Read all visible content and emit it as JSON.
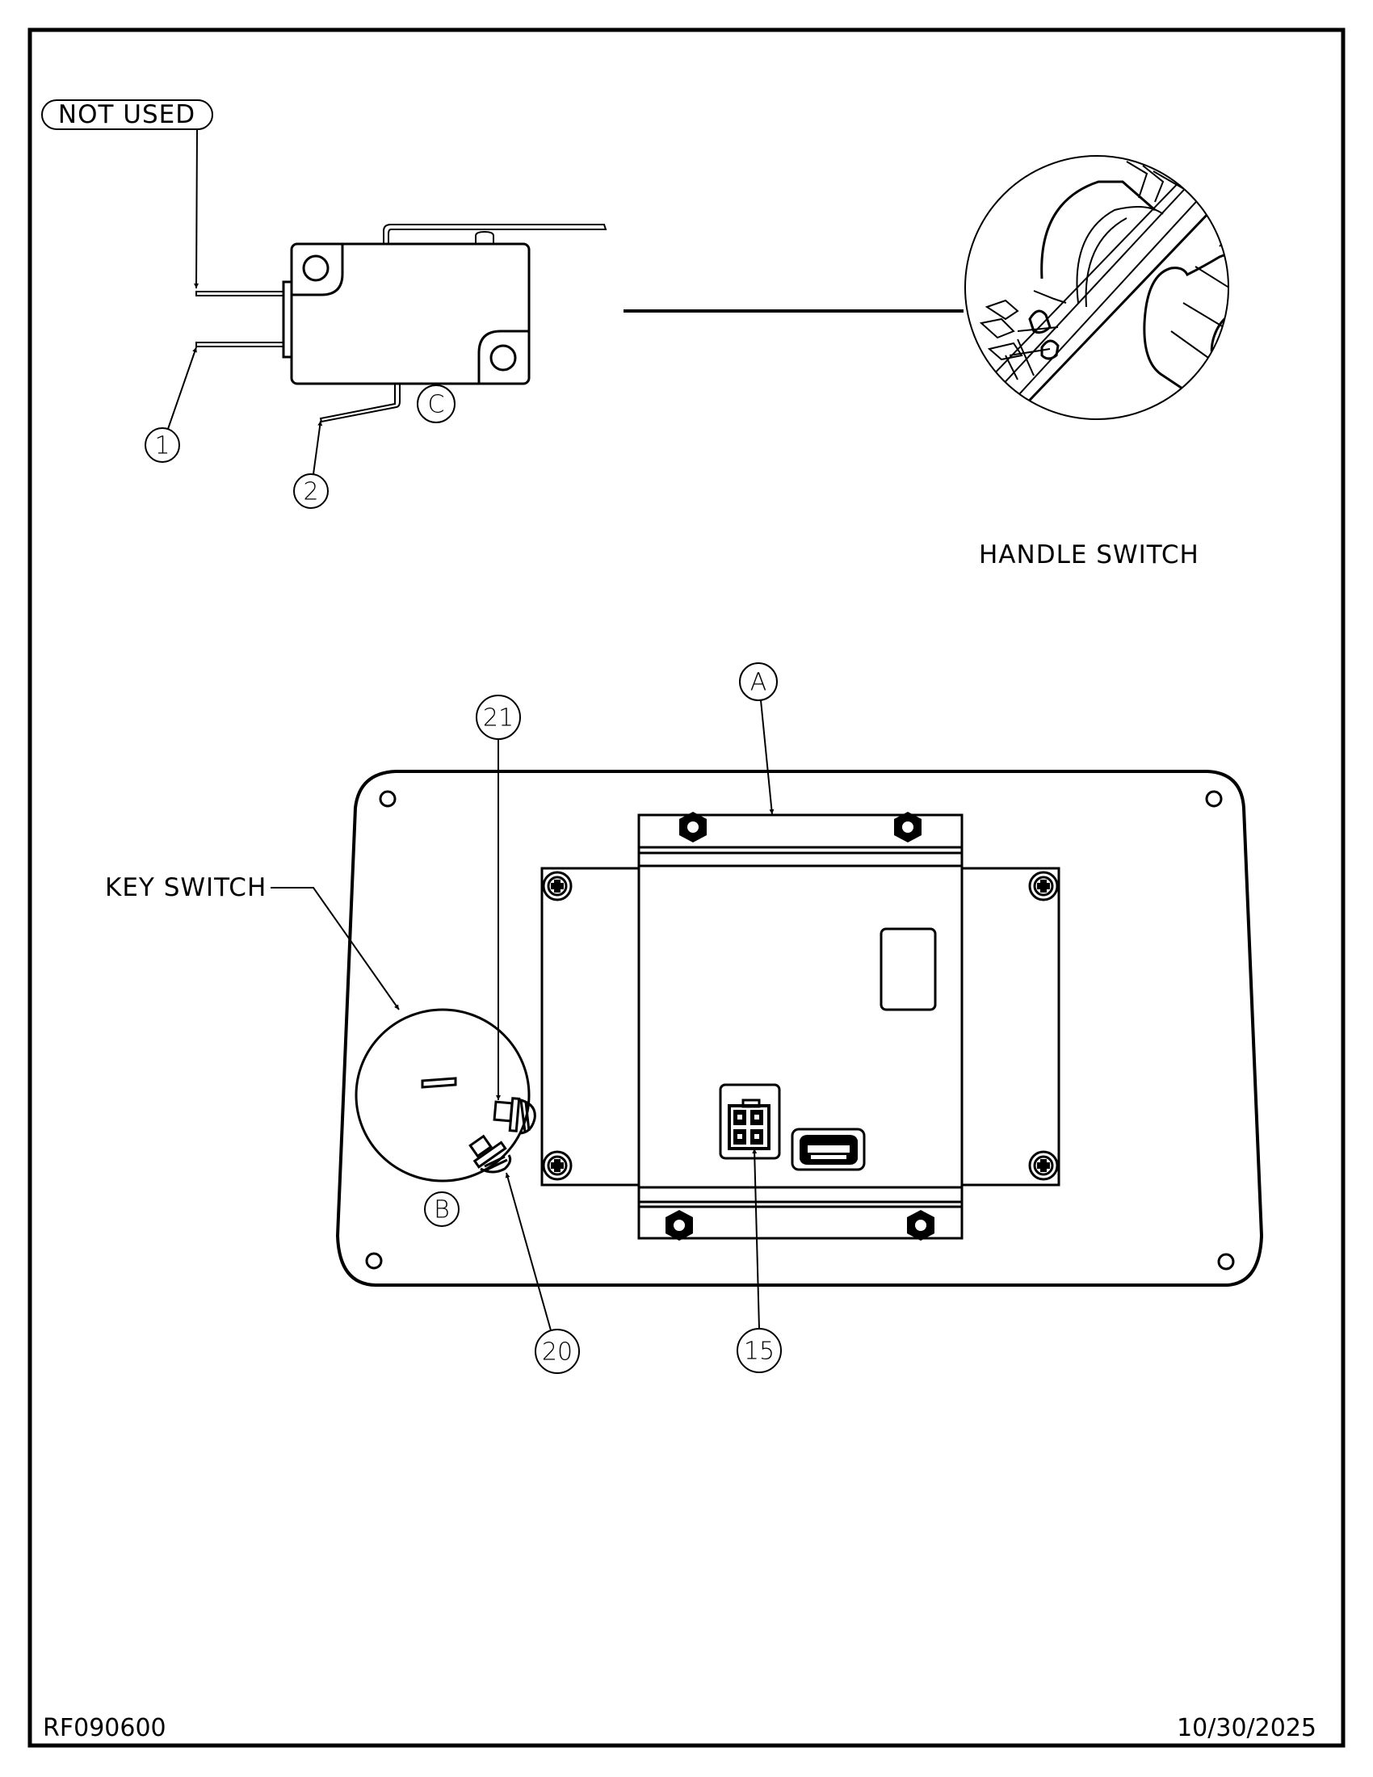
{
  "drawing": {
    "document_id": "RF090600",
    "date": "10/30/2025"
  },
  "labels": {
    "not_used": "NOT USED",
    "handle_switch": "HANDLE SWITCH",
    "key_switch": "KEY SWITCH"
  },
  "balloons": {
    "item_1": "1",
    "item_2": "2",
    "detail_c": "C",
    "detail_a": "A",
    "detail_b": "B",
    "item_15": "15",
    "item_20": "20",
    "item_21": "21"
  },
  "views": [
    {
      "name": "micro-switch",
      "callouts": [
        "NOT USED",
        "1",
        "2",
        "C"
      ]
    },
    {
      "name": "handle-switch-detail",
      "label": "HANDLE SWITCH"
    },
    {
      "name": "control-panel-assembly",
      "callouts": [
        "A",
        "B",
        "15",
        "20",
        "21",
        "KEY SWITCH"
      ]
    }
  ]
}
